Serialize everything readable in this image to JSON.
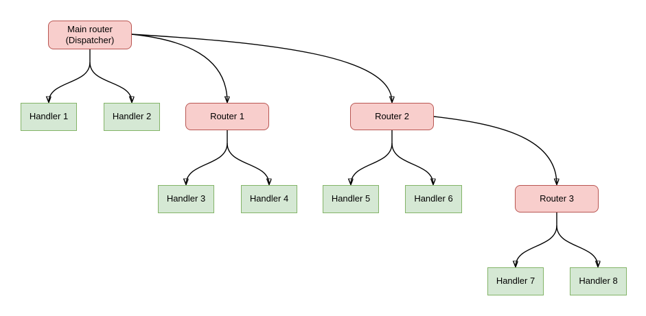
{
  "diagram": {
    "type": "tree-flowchart",
    "colors": {
      "background": "#ffffff",
      "router_fill": "#f8cecc",
      "router_border": "#b85450",
      "handler_fill": "#d5e8d4",
      "handler_border": "#82b366",
      "edge_stroke": "#000000",
      "text": "#000000"
    },
    "nodes": {
      "main_router": {
        "label": "Main router\n(Dispatcher)",
        "kind": "router"
      },
      "router_1": {
        "label": "Router 1",
        "kind": "router"
      },
      "router_2": {
        "label": "Router 2",
        "kind": "router"
      },
      "router_3": {
        "label": "Router 3",
        "kind": "router"
      },
      "handler_1": {
        "label": "Handler 1",
        "kind": "handler"
      },
      "handler_2": {
        "label": "Handler 2",
        "kind": "handler"
      },
      "handler_3": {
        "label": "Handler 3",
        "kind": "handler"
      },
      "handler_4": {
        "label": "Handler 4",
        "kind": "handler"
      },
      "handler_5": {
        "label": "Handler 5",
        "kind": "handler"
      },
      "handler_6": {
        "label": "Handler 6",
        "kind": "handler"
      },
      "handler_7": {
        "label": "Handler 7",
        "kind": "handler"
      },
      "handler_8": {
        "label": "Handler 8",
        "kind": "handler"
      }
    },
    "edges": [
      {
        "from": "main_router",
        "to": "handler_1"
      },
      {
        "from": "main_router",
        "to": "handler_2"
      },
      {
        "from": "main_router",
        "to": "router_1"
      },
      {
        "from": "main_router",
        "to": "router_2"
      },
      {
        "from": "router_1",
        "to": "handler_3"
      },
      {
        "from": "router_1",
        "to": "handler_4"
      },
      {
        "from": "router_2",
        "to": "handler_5"
      },
      {
        "from": "router_2",
        "to": "handler_6"
      },
      {
        "from": "router_2",
        "to": "router_3"
      },
      {
        "from": "router_3",
        "to": "handler_7"
      },
      {
        "from": "router_3",
        "to": "handler_8"
      }
    ]
  }
}
